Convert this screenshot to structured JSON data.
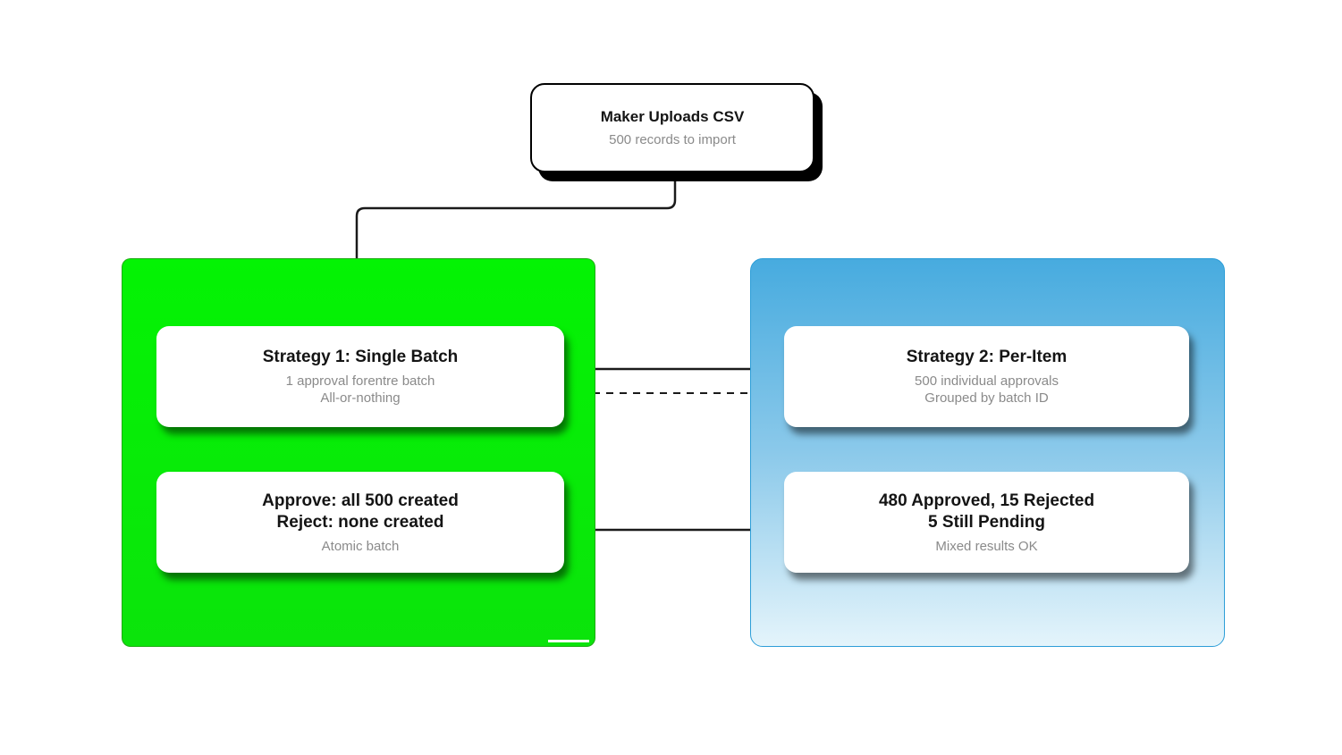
{
  "colors": {
    "left_panel_green": "#07EC07",
    "right_panel_blue_top": "#47ABDF",
    "right_panel_blue_bottom": "#E4F4FB",
    "connector_line": "#1A1A1A",
    "card_background": "#FFFFFF",
    "title_text": "#141414",
    "subtitle_text": "#8A8A8A"
  },
  "root_node": {
    "title": "Maker Uploads CSV",
    "subtitle": "500 records to import"
  },
  "left_panel": {
    "cards": [
      {
        "title_lines": [
          "Strategy 1: Single Batch"
        ],
        "subtitle_lines": [
          "1 approval forentre batch",
          "All-or-nothing"
        ]
      },
      {
        "title_lines": [
          "Approve: all 500 created",
          "Reject: none created"
        ],
        "subtitle_lines": [
          "Atomic batch"
        ]
      }
    ]
  },
  "right_panel": {
    "cards": [
      {
        "title_lines": [
          "Strategy 2: Per-Item"
        ],
        "subtitle_lines": [
          "500 individual approvals",
          "Grouped by batch ID"
        ]
      },
      {
        "title_lines": [
          "480 Approved, 15 Rejected",
          "5 Still Pending"
        ],
        "subtitle_lines": [
          "Mixed results OK"
        ]
      }
    ]
  }
}
